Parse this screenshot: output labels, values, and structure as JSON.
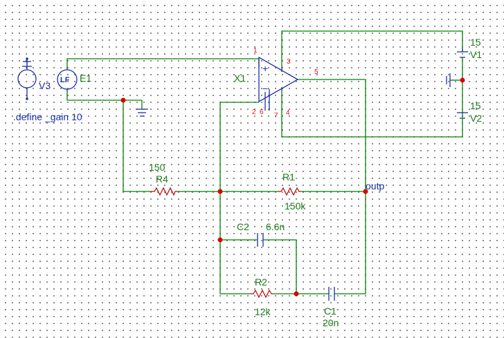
{
  "colors": {
    "wire": "#008000",
    "component": "#1a2ea8",
    "resistor": "#c00000",
    "node": "#d80000",
    "label_green": "#1a7a1a",
    "label_blue": "#1a2ea8",
    "pin_number": "#e01010"
  },
  "sources": {
    "v3_name": "V3",
    "e1_name": "E1",
    "e1_symbol": "LF",
    "define": ".define _gain 10"
  },
  "opamp": {
    "name": "X1",
    "plus": "+",
    "minus": "−",
    "pins": [
      "1",
      "2",
      "3",
      "4",
      "5",
      "6",
      "7"
    ]
  },
  "supplies": {
    "v1_value": "15",
    "v1_name": "V1",
    "v2_value": "15",
    "v2_name": "V2"
  },
  "components": {
    "r4_value": "150",
    "r4_name": "R4",
    "r1_name": "R1",
    "r1_value": "150k",
    "c2_name": "C2",
    "c2_value": "6.6n",
    "r2_name": "R2",
    "r2_value": "12k",
    "c1_name": "C1",
    "c1_value": "20n"
  },
  "nets": {
    "output": "outp"
  }
}
